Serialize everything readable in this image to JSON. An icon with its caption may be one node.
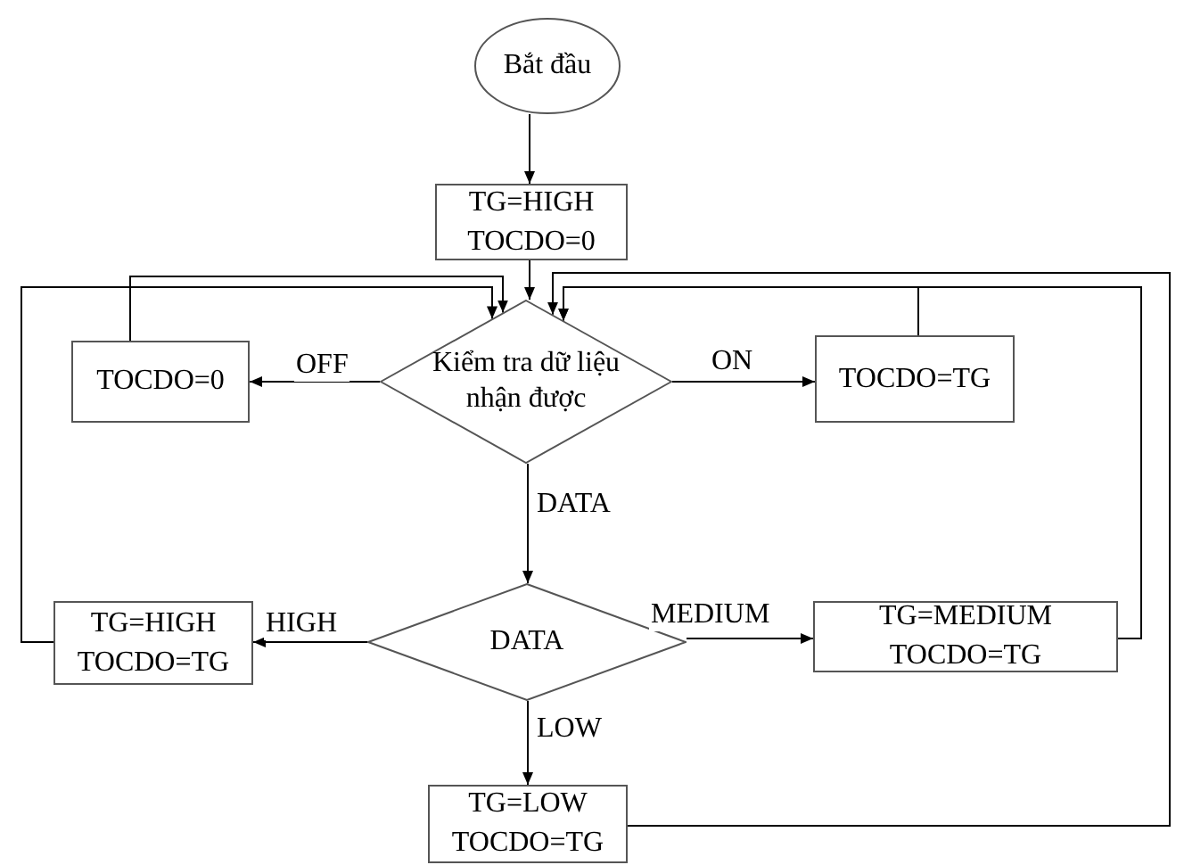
{
  "diagram": {
    "nodes": [
      {
        "text": [
          "Bắt đầu"
        ]
      },
      {
        "text": [
          "TG=HIGH",
          "TOCDO=0"
        ]
      },
      {
        "text": [
          "Kiểm tra dữ liệu nhận được"
        ]
      },
      {
        "text": [
          "TOCDO=0"
        ]
      },
      {
        "text": [
          "TOCDO=TG"
        ]
      },
      {
        "text": [
          "DATA"
        ]
      },
      {
        "text": [
          "TG=HIGH",
          "TOCDO=TG"
        ]
      },
      {
        "text": [
          "TG=MEDIUM",
          "TOCDO=TG"
        ]
      },
      {
        "text": [
          "TG=LOW",
          "TOCDO=TG"
        ]
      }
    ],
    "edges": [
      {
        "from": 0,
        "to": 1,
        "arrow": "to"
      },
      {
        "from": 1,
        "to": 2,
        "arrow": "to"
      },
      {
        "from": 2,
        "to": 3,
        "arrow": "to",
        "label": "OFF"
      },
      {
        "from": 2,
        "to": 4,
        "arrow": "to",
        "label": "ON"
      },
      {
        "from": 2,
        "to": 5,
        "arrow": "to",
        "label": "DATA"
      },
      {
        "from": 5,
        "to": 6,
        "arrow": "to",
        "label": "HIGH"
      },
      {
        "from": 5,
        "to": 7,
        "arrow": "to",
        "label": "MEDIUM"
      },
      {
        "from": 5,
        "to": 8,
        "arrow": "to",
        "label": "LOW"
      },
      {
        "from": 3,
        "to": 2,
        "arrow": "to"
      },
      {
        "from": 6,
        "to": 2,
        "arrow": "to"
      },
      {
        "from": 4,
        "to": 2,
        "arrow": "to"
      },
      {
        "from": 7,
        "to": 2,
        "arrow": "to"
      },
      {
        "from": 8,
        "to": 2,
        "arrow": "to"
      }
    ]
  }
}
